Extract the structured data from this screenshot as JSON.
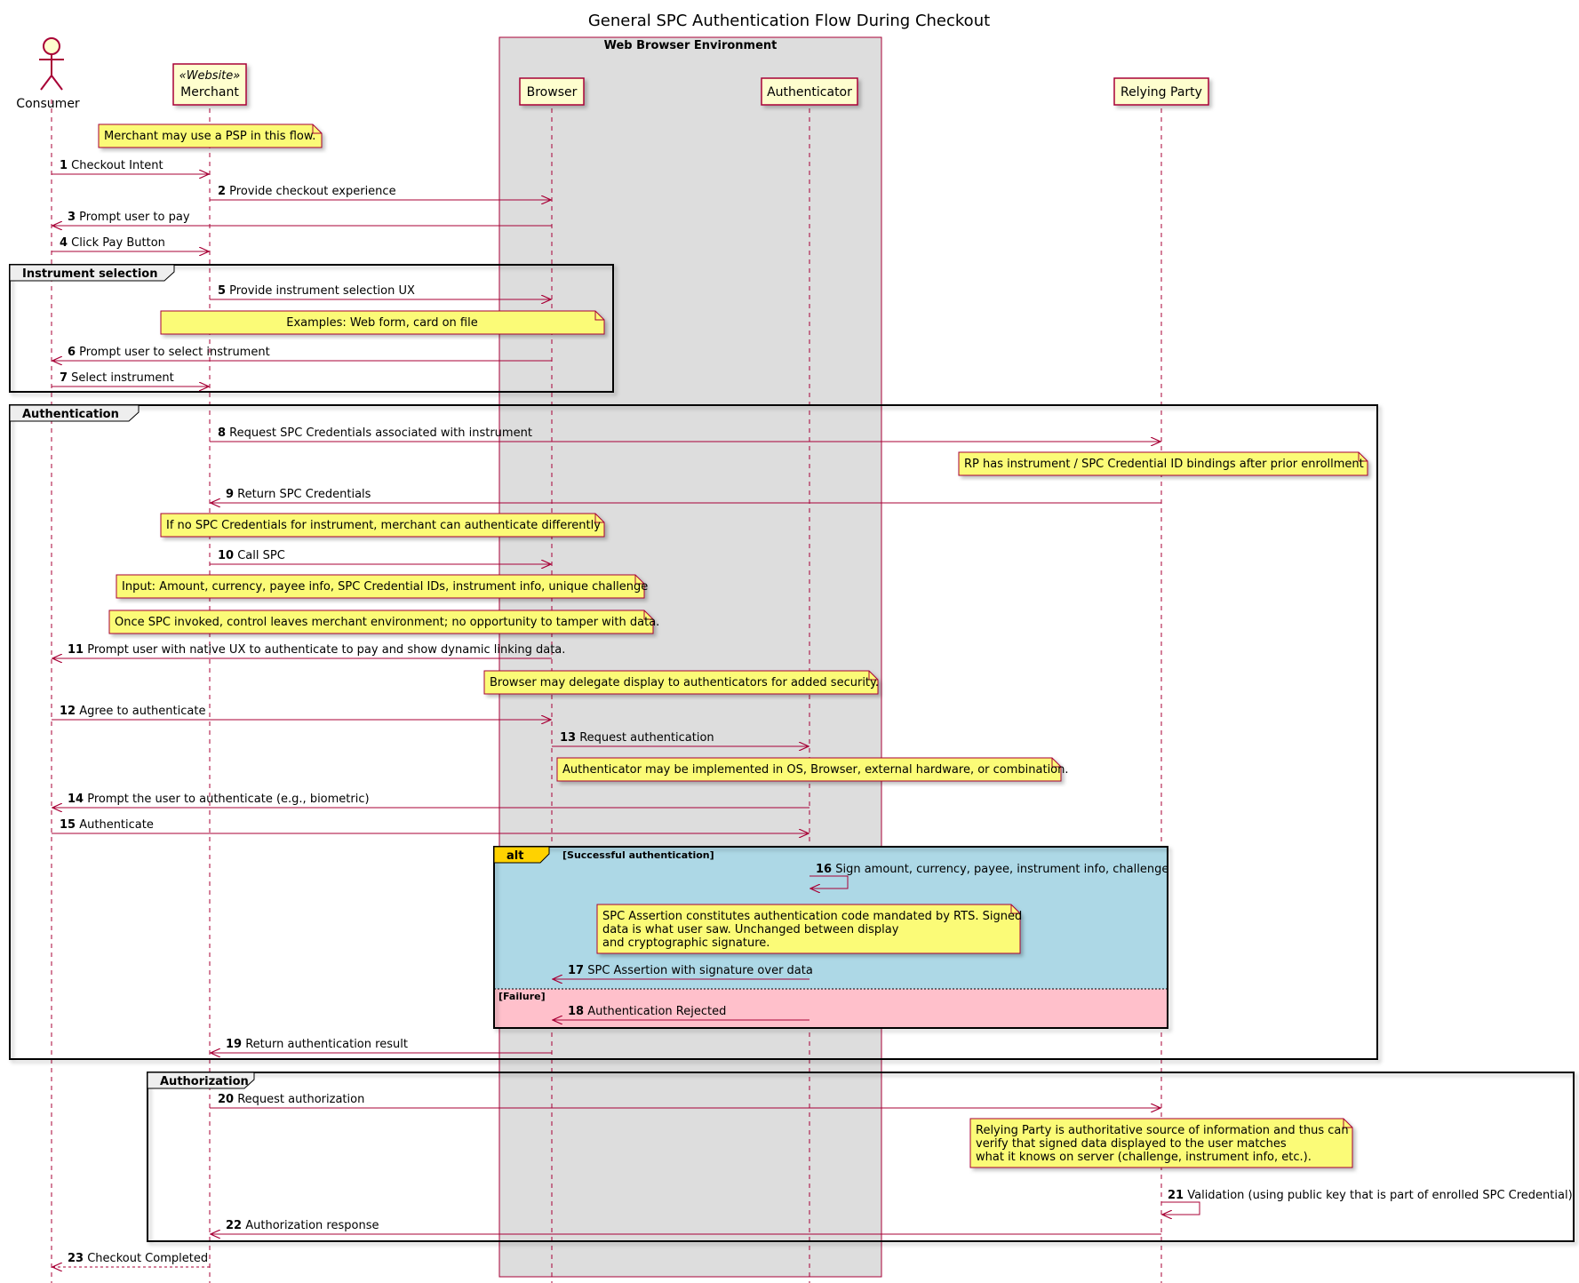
{
  "title": "General SPC Authentication Flow During Checkout",
  "environment_box": {
    "label": "Web Browser Environment"
  },
  "participants": [
    {
      "id": "consumer",
      "name": "Consumer",
      "kind": "actor"
    },
    {
      "id": "merchant",
      "name": "Merchant",
      "stereotype": "«Website»",
      "kind": "box"
    },
    {
      "id": "browser",
      "name": "Browser",
      "kind": "box"
    },
    {
      "id": "authenticator",
      "name": "Authenticator",
      "kind": "box"
    },
    {
      "id": "rp",
      "name": "Relying Party",
      "kind": "box"
    }
  ],
  "groups": {
    "instrument": "Instrument selection",
    "authentication": "Authentication",
    "authorization": "Authorization",
    "alt": {
      "keyword": "alt",
      "guard1": "[Successful authentication]",
      "guard2": "[Failure]"
    }
  },
  "messages": [
    {
      "num": "1",
      "text": "Checkout Intent",
      "from": "consumer",
      "to": "merchant"
    },
    {
      "num": "2",
      "text": "Provide checkout experience",
      "from": "merchant",
      "to": "browser"
    },
    {
      "num": "3",
      "text": "Prompt user to pay",
      "from": "browser",
      "to": "consumer"
    },
    {
      "num": "4",
      "text": "Click Pay Button",
      "from": "consumer",
      "to": "merchant"
    },
    {
      "num": "5",
      "text": "Provide instrument selection UX",
      "from": "merchant",
      "to": "browser"
    },
    {
      "num": "6",
      "text": "Prompt user to select instrument",
      "from": "browser",
      "to": "consumer"
    },
    {
      "num": "7",
      "text": "Select instrument",
      "from": "consumer",
      "to": "merchant"
    },
    {
      "num": "8",
      "text": "Request SPC Credentials associated with instrument",
      "from": "merchant",
      "to": "rp"
    },
    {
      "num": "9",
      "text": "Return SPC Credentials",
      "from": "rp",
      "to": "merchant"
    },
    {
      "num": "10",
      "text": "Call SPC",
      "from": "merchant",
      "to": "browser"
    },
    {
      "num": "11",
      "text": "Prompt user with native UX to authenticate to pay and show dynamic linking data.",
      "from": "browser",
      "to": "consumer"
    },
    {
      "num": "12",
      "text": "Agree to authenticate",
      "from": "consumer",
      "to": "browser"
    },
    {
      "num": "13",
      "text": "Request authentication",
      "from": "browser",
      "to": "authenticator"
    },
    {
      "num": "14",
      "text": "Prompt the user to authenticate (e.g., biometric)",
      "from": "authenticator",
      "to": "consumer"
    },
    {
      "num": "15",
      "text": "Authenticate",
      "from": "consumer",
      "to": "authenticator"
    },
    {
      "num": "16",
      "text": "Sign amount, currency, payee, instrument info, challenge",
      "from": "authenticator",
      "to": "authenticator"
    },
    {
      "num": "17",
      "text": "SPC Assertion with signature over data",
      "from": "authenticator",
      "to": "browser"
    },
    {
      "num": "18",
      "text": "Authentication Rejected",
      "from": "authenticator",
      "to": "browser"
    },
    {
      "num": "19",
      "text": "Return authentication result",
      "from": "browser",
      "to": "merchant"
    },
    {
      "num": "20",
      "text": "Request authorization",
      "from": "merchant",
      "to": "rp"
    },
    {
      "num": "21",
      "text": "Validation (using public key that is part of enrolled SPC Credential)",
      "from": "rp",
      "to": "rp"
    },
    {
      "num": "22",
      "text": "Authorization response",
      "from": "rp",
      "to": "merchant"
    },
    {
      "num": "23",
      "text": "Checkout Completed",
      "from": "merchant",
      "to": "consumer",
      "dashed": true
    }
  ],
  "notes": {
    "psp": "Merchant may use a PSP in this flow.",
    "examples": "Examples: Web form, card on file",
    "rp_bindings": "RP has instrument / SPC Credential ID bindings after prior enrollment",
    "no_creds": "If no SPC Credentials for instrument, merchant can authenticate differently",
    "input": "Input: Amount, currency, payee info, SPC Credential IDs, instrument info, unique challenge",
    "control": "Once SPC invoked, control leaves merchant environment; no opportunity to tamper with data.",
    "delegate": "Browser may delegate display to authenticators for added security.",
    "auth_impl": "Authenticator may be implemented in OS, Browser, external hardware, or combination.",
    "assertion": [
      "SPC Assertion constitutes authentication code mandated by RTS. Signed",
      "data is what user saw. Unchanged between display",
      "and cryptographic signature."
    ],
    "rp_auth": [
      "Relying Party is authoritative source of information and thus can",
      "verify that signed data displayed to the user matches",
      "what it knows on server (challenge, instrument info, etc.)."
    ]
  },
  "colors": {
    "line": "#a80036",
    "participant_fill": "#fefece",
    "note_fill": "#fbfb77",
    "env_fill": "#dddddd",
    "alt_success": "#add8e6",
    "alt_failure": "#ffc0cb",
    "alt_tab": "#ffd200"
  }
}
